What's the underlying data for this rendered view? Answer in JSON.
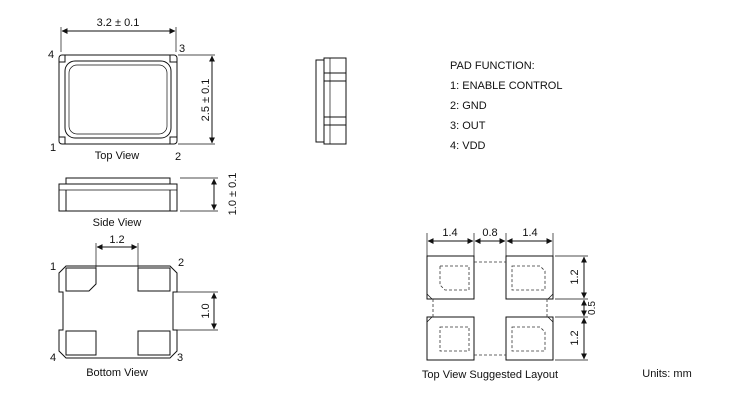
{
  "top_view": {
    "dim_width": "3.2 ± 0.1",
    "dim_height": "2.5 ± 0.1",
    "pin_1": "1",
    "pin_2": "2",
    "pin_3": "3",
    "pin_4": "4",
    "caption": "Top View"
  },
  "side_view": {
    "dim_height": "1.0 ± 0.1",
    "caption": "Side View"
  },
  "bottom_view": {
    "dim_pad_width": "1.2",
    "dim_pad_gap": "1.0",
    "pin_1": "1",
    "pin_2": "2",
    "pin_3": "3",
    "pin_4": "4",
    "caption": "Bottom View"
  },
  "pad_function": {
    "title": "PAD FUNCTION:",
    "items": [
      "1: ENABLE CONTROL",
      "2: GND",
      "3: OUT",
      "4: VDD"
    ]
  },
  "layout": {
    "dim_pad_w_left": "1.4",
    "dim_gap_h": "0.8",
    "dim_pad_w_right": "1.4",
    "dim_pad_h_top": "1.2",
    "dim_gap_v": "0.5",
    "dim_pad_h_bottom": "1.2",
    "caption": "Top View Suggested Layout"
  },
  "units": "Units: mm"
}
